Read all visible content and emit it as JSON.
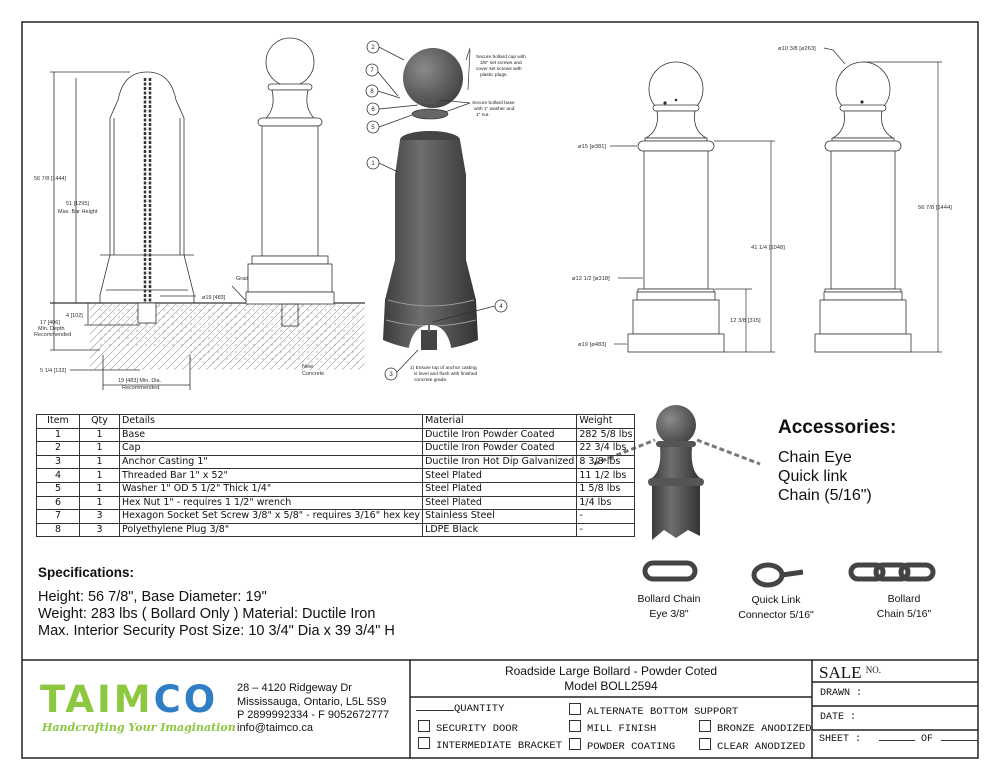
{
  "section_view": {
    "dim_height": "56 7/8 [1444]",
    "dim_bar": "51 [1295]",
    "dim_bar_note": "Max. Bar Height",
    "dim_base_dia": "ø19 [483]",
    "dim_depth": "17 [406]",
    "dim_depth_note1": "Min. Depth",
    "dim_depth_note2": "Recommended",
    "dim_anchor": "4 [102]",
    "dim_offset": "5 1/4 [133]",
    "dim_hole": "19 [483] Min. Dia.",
    "dim_hole_note": "Recommended",
    "grade": "Grade",
    "concrete1": "New",
    "concrete2": "Concrete"
  },
  "exploded_view": {
    "callouts": [
      "1",
      "2",
      "3",
      "4",
      "5",
      "6",
      "7",
      "8"
    ],
    "note_cap": [
      "Secure bollard cap with",
      "3/8\" set screws and",
      "cover set screws with",
      "plastic plugs."
    ],
    "note_base": [
      "Secure bollard base",
      "with 1\" washer and",
      "1\" nut."
    ],
    "note_anchor": [
      "1) Ensure top of anchor casting",
      "is level and flush with finished",
      "concrete grade."
    ]
  },
  "elevation_view": {
    "dia_collar": "ø15 [ø381]",
    "dia_body": "ø12 1/2 [ø318]",
    "dia_base": "ø19 [ø483]",
    "dim_body": "41 1/4 [1048]",
    "dim_base": "12 3/8 [315]",
    "dia_ball": "ø10 3/8 [ø263]",
    "dim_total": "56 7/8 [1444]"
  },
  "parts_table": {
    "headers": [
      "Item",
      "Qty",
      "Details",
      "Material",
      "Weight"
    ],
    "rows": [
      [
        "1",
        "1",
        "Base",
        "Ductile Iron Powder Coated",
        "282 5/8 lbs"
      ],
      [
        "2",
        "1",
        "Cap",
        "Ductile Iron Powder Coated",
        "22 3/4 lbs"
      ],
      [
        "3",
        "1",
        "Anchor Casting 1\"",
        "Ductile Iron Hot Dip Galvanized",
        "8 3/8 lbs"
      ],
      [
        "4",
        "1",
        " Threaded Bar 1\" x 52\"",
        "Steel Plated",
        "11 1/2 lbs"
      ],
      [
        "5",
        "1",
        "Washer 1\" OD 5 1/2\" Thick 1/4\"",
        "Steel Plated",
        "1 5/8 lbs"
      ],
      [
        "6",
        "1",
        "Hex Nut 1\" - requires 1 1/2\" wrench",
        "Steel Plated",
        "1/4 lbs"
      ],
      [
        "7",
        "3",
        "Hexagon Socket Set Screw 3/8\" x 5/8\" - requires 3/16\" hex key",
        "Stainless Steel",
        "-"
      ],
      [
        "8",
        "3",
        "Polyethylene Plug 3/8\"",
        "LDPE Black",
        "-"
      ]
    ]
  },
  "specifications": {
    "title": "Specifications:",
    "lines": [
      "Height: 56 7/8\", Base Diameter: 19\"",
      "Weight: 283 lbs ( Bollard Only ) Material: Ductile Iron",
      "Max. Interior Security Post Size: 10 3/4\" Dia x 39 3/4\" H"
    ]
  },
  "accessories": {
    "title": "Accessories:",
    "items": [
      "Chain Eye",
      "Quick link",
      "Chain (5/16\")"
    ],
    "products": [
      {
        "line1": "Bollard Chain",
        "line2": "Eye 3/8\""
      },
      {
        "line1": "Quick Link",
        "line2": "Connector 5/16\""
      },
      {
        "line1": "Bollard",
        "line2": "Chain 5/16\""
      }
    ]
  },
  "company": {
    "logo_text": "TAIMCO",
    "tagline": "Handcrafting Your Imagination",
    "address1": "28 – 4120 Ridgeway Dr",
    "address2": "Mississauga, Ontario, L5L 5S9",
    "phone": "P 2899992334 - F 9052672777",
    "email": "info@taimco.ca",
    "colors": {
      "green": "#8dc63f",
      "blue": "#2f7ec6"
    }
  },
  "title_block": {
    "title": "Roadside Large Bollard - Powder Coted",
    "model": "Model BOLL2594",
    "quantity": "QUANTITY",
    "options": {
      "alt_bottom": "ALTERNATE BOTTOM SUPPORT",
      "security_door": "SECURITY DOOR",
      "mill_finish": "MILL FINISH",
      "bronze": "BRONZE ANODIZED",
      "intermediate": "INTERMEDIATE BRACKET",
      "powder": "POWDER COATING",
      "clear": "CLEAR ANODIZED"
    },
    "sale": "SALE",
    "sale_no": "NO.",
    "drawn": "DRAWN :",
    "date": "DATE :",
    "sheet": "SHEET :",
    "of": "OF"
  }
}
